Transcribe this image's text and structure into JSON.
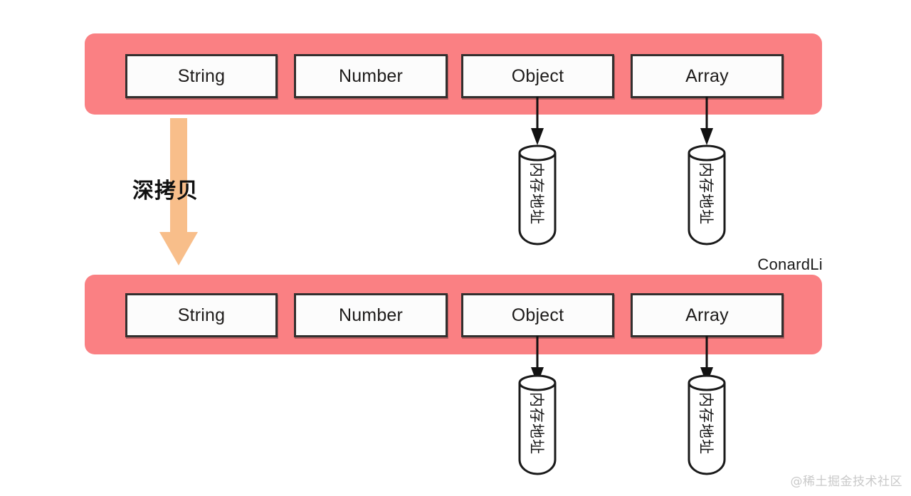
{
  "diagram": {
    "title_label": "深拷贝",
    "author": "ConardLi",
    "watermark": "@稀土掘金技术社区",
    "colors": {
      "container_pink": "#FA8083",
      "arrow_orange": "#F8BE8A",
      "box_border": "#33302F",
      "box_fill": "#FCFCFC",
      "connector_black": "#111111"
    },
    "rows": [
      {
        "id": "source-object",
        "boxes": [
          {
            "label": "String",
            "has_pointer": false
          },
          {
            "label": "Number",
            "has_pointer": false
          },
          {
            "label": "Object",
            "has_pointer": true
          },
          {
            "label": "Array",
            "has_pointer": true
          }
        ]
      },
      {
        "id": "copied-object",
        "boxes": [
          {
            "label": "String",
            "has_pointer": false
          },
          {
            "label": "Number",
            "has_pointer": false
          },
          {
            "label": "Object",
            "has_pointer": true
          },
          {
            "label": "Array",
            "has_pointer": true
          }
        ]
      }
    ],
    "memory_cells": [
      {
        "id": "top-object-memory",
        "label": "内存地址"
      },
      {
        "id": "top-array-memory",
        "label": "内存地址"
      },
      {
        "id": "bottom-object-memory",
        "label": "内存地址"
      },
      {
        "id": "bottom-array-memory",
        "label": "内存地址"
      }
    ]
  }
}
